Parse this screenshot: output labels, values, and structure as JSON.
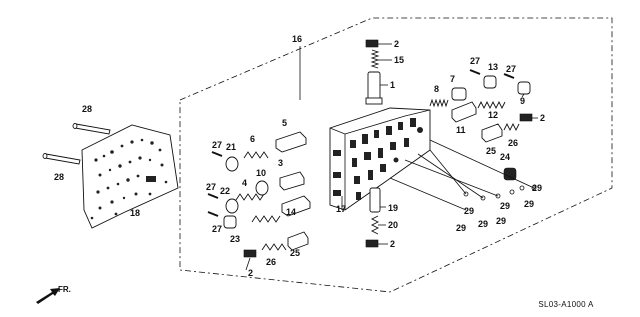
{
  "diagram_code": "SL03-A1000 A",
  "direction_label": "FR.",
  "parts": {
    "p1": "1",
    "p2a": "2",
    "p2b": "2",
    "p2c": "2",
    "p2d": "2",
    "p3": "3",
    "p4": "4",
    "p5": "5",
    "p6": "6",
    "p7": "7",
    "p8": "8",
    "p9": "9",
    "p10": "10",
    "p11": "11",
    "p12": "12",
    "p13": "13",
    "p14": "14",
    "p15": "15",
    "p16": "16",
    "p17": "17",
    "p18": "18",
    "p19": "19",
    "p20": "20",
    "p21": "21",
    "p22": "22",
    "p23": "23",
    "p24": "24",
    "p25a": "25",
    "p25b": "25",
    "p26a": "26",
    "p26b": "26",
    "p27a": "27",
    "p27b": "27",
    "p27c": "27",
    "p27d": "27",
    "p27e": "27",
    "p28a": "28",
    "p28b": "28",
    "p29a": "29",
    "p29b": "29",
    "p29c": "29",
    "p29d": "29",
    "p29e": "29",
    "p29f": "29"
  }
}
